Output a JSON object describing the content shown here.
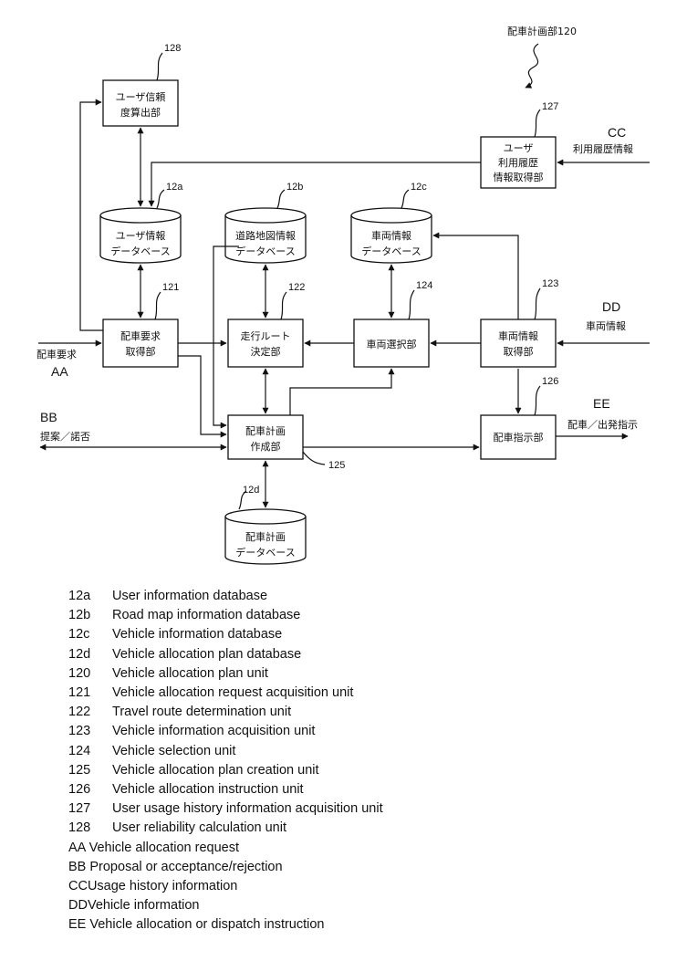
{
  "unit_header": "配車計画部120",
  "blocks": {
    "b128": {
      "ref": "128",
      "line1": "ユーザ信頼",
      "line2": "度算出部"
    },
    "b127": {
      "ref": "127",
      "line1": "ユーザ",
      "line2": "利用履歴",
      "line3": "情報取得部"
    },
    "b121": {
      "ref": "121",
      "line1": "配車要求",
      "line2": "取得部"
    },
    "b122": {
      "ref": "122",
      "line1": "走行ルート",
      "line2": "決定部"
    },
    "b124": {
      "ref": "124",
      "line1": "車両選択部"
    },
    "b123": {
      "ref": "123",
      "line1": "車両情報",
      "line2": "取得部"
    },
    "b125": {
      "ref": "125",
      "line1": "配車計画",
      "line2": "作成部"
    },
    "b126": {
      "ref": "126",
      "line1": "配車指示部"
    }
  },
  "databases": {
    "d12a": {
      "ref": "12a",
      "line1": "ユーザ情報",
      "line2": "データベース"
    },
    "d12b": {
      "ref": "12b",
      "line1": "道路地図情報",
      "line2": "データベース"
    },
    "d12c": {
      "ref": "12c",
      "line1": "車両情報",
      "line2": "データベース"
    },
    "d12d": {
      "ref": "12d",
      "line1": "配車計画",
      "line2": "データベース"
    }
  },
  "signals": {
    "aa": {
      "code": "AA",
      "text": "配車要求"
    },
    "bb": {
      "code": "BB",
      "text": "提案／諾否"
    },
    "cc": {
      "code": "CC",
      "text": "利用履歴情報"
    },
    "dd": {
      "code": "DD",
      "text": "車両情報"
    },
    "ee": {
      "code": "EE",
      "text": "配車／出発指示"
    }
  },
  "legend": [
    {
      "code": "12a",
      "text": "User information database"
    },
    {
      "code": "12b",
      "text": "Road map information database"
    },
    {
      "code": "12c",
      "text": "Vehicle information database"
    },
    {
      "code": "12d",
      "text": "Vehicle allocation plan database"
    },
    {
      "code": "120",
      "text": "Vehicle allocation plan unit"
    },
    {
      "code": "121",
      "text": "Vehicle allocation request acquisition unit"
    },
    {
      "code": "122",
      "text": "Travel route determination unit"
    },
    {
      "code": "123",
      "text": "Vehicle information acquisition unit"
    },
    {
      "code": "124",
      "text": "Vehicle selection unit"
    },
    {
      "code": "125",
      "text": "Vehicle allocation plan creation unit"
    },
    {
      "code": "126",
      "text": "Vehicle allocation instruction unit"
    },
    {
      "code": "127",
      "text": "User usage history information acquisition unit"
    },
    {
      "code": "128",
      "text": "User reliability calculation unit"
    }
  ],
  "legend_extra": [
    "AA Vehicle allocation request",
    "BB Proposal or acceptance/rejection",
    "CCUsage history information",
    "DDVehicle information",
    "EE Vehicle allocation or dispatch instruction"
  ]
}
